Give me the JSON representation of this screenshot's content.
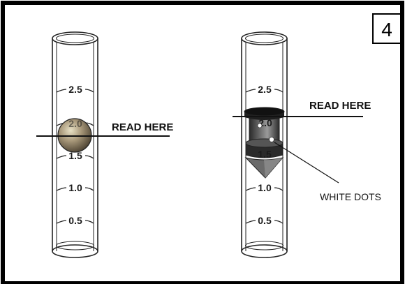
{
  "step_number": "4",
  "tube_left": {
    "marks": [
      "2.5",
      "2.0",
      "1.5",
      "1.0",
      "0.5"
    ],
    "callout": "READ HERE",
    "float": "ball"
  },
  "tube_right": {
    "marks": [
      "2.5",
      "2.0",
      "1.5",
      "1.0",
      "0.5"
    ],
    "callout": "READ HERE",
    "float": "spool",
    "dots_callout": "WHITE DOTS"
  }
}
